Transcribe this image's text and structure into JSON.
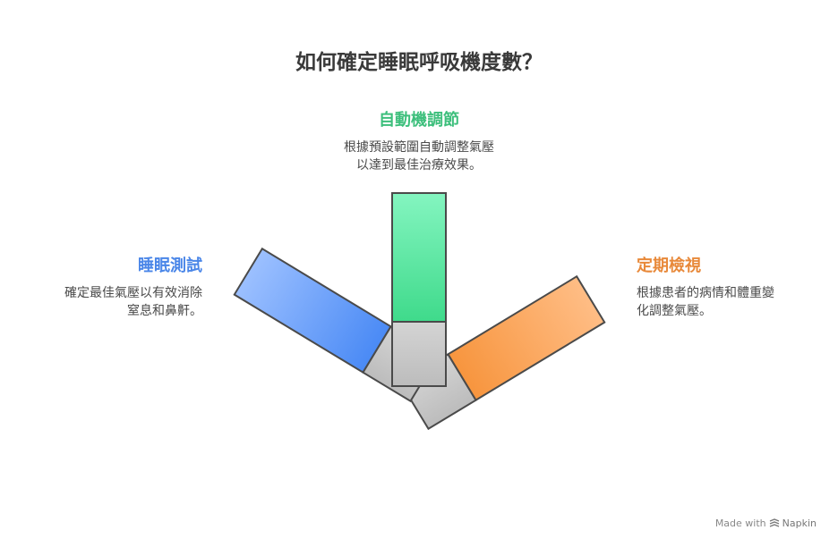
{
  "title": "如何確定睡眠呼吸機度數？",
  "segments": {
    "center": {
      "heading": "自動機調節",
      "desc_lines": [
        "根據預設範圍自動調整氣壓",
        "以達到最佳治療效果。"
      ],
      "color": "#3dbf7c"
    },
    "left": {
      "heading": "睡眠測試",
      "desc_lines": [
        "確定最佳氣壓以有效消除",
        "窒息和鼻鼾。"
      ],
      "color": "#4a86e8"
    },
    "right": {
      "heading": "定期檢視",
      "desc_lines": [
        "根據患者的病情和體重變",
        "化調整氣壓。"
      ],
      "color": "#e8893a"
    }
  },
  "watermark": {
    "made_with": "Made with",
    "brand": "Napkin"
  }
}
